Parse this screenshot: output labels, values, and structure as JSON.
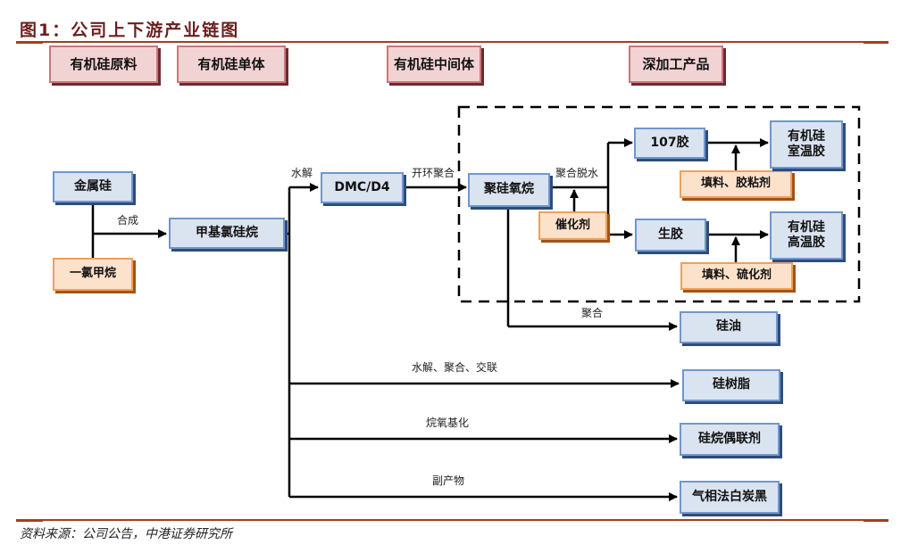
{
  "title": "图1：公司上下游产业链图",
  "source": "资料来源：公司公告，中港证券研究所",
  "categories": [
    "有机硅原料",
    "有机硅单体",
    "有机硅中间体",
    "深加工产品"
  ],
  "nodes": {
    "metal_silicon": "金属硅",
    "methyl_chloride": "一氯甲烷",
    "methylchlorosilane": "甲基氯硅烷",
    "dmc_d4": "DMC/D4",
    "polysiloxane": "聚硅氧烷",
    "catalyst": "催化剂",
    "glue_107": "107胶",
    "raw_rubber": "生胶",
    "filler_adhesive": "填料、胶粘剂",
    "filler_vulcanizer": "填料、硫化剂",
    "rtv_line1": "有机硅",
    "rtv_line2": "室温胶",
    "htv_line1": "有机硅",
    "htv_line2": "高温胶",
    "silicone_oil": "硅油",
    "silicone_resin": "硅树脂",
    "silane_coupling": "硅烷偶联剂",
    "fumed_silica": "气相法白炭黑"
  },
  "edge_labels": {
    "synthesis": "合成",
    "hydrolysis": "水解",
    "ring_opening": "开环聚合",
    "polycondensation": "聚合脱水",
    "polymerization": "聚合",
    "hydrolysis_poly_crosslink": "水解、聚合、交联",
    "alkoxylation": "烷氧基化",
    "byproduct": "副产物"
  }
}
